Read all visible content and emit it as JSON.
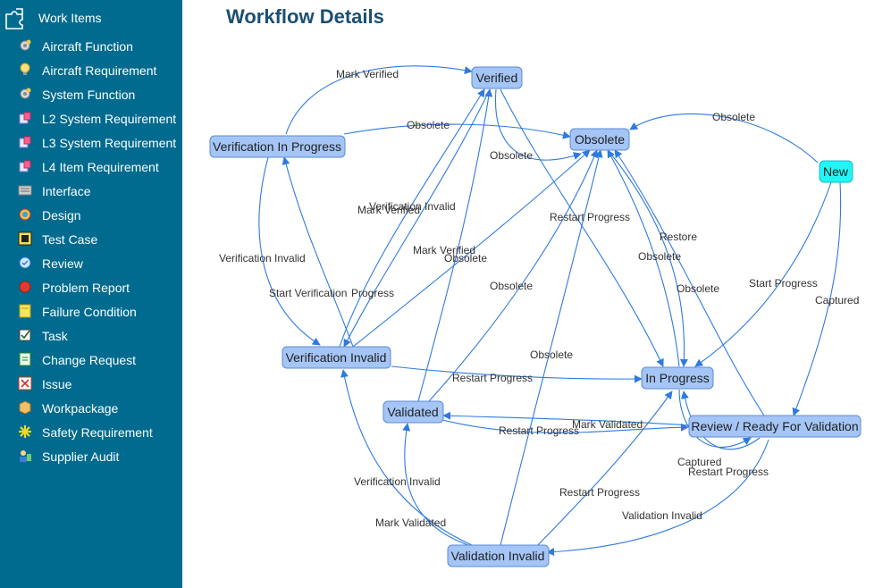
{
  "sidebar": {
    "header": "Work Items",
    "items": [
      {
        "label": "Aircraft Function",
        "icon": "gear-icon"
      },
      {
        "label": "Aircraft Requirement",
        "icon": "bulb-icon"
      },
      {
        "label": "System Function",
        "icon": "gear-icon"
      },
      {
        "label": "L2 System Requirement",
        "icon": "cube-icon"
      },
      {
        "label": "L3 System Requirement",
        "icon": "cube-icon"
      },
      {
        "label": "L4 Item Requirement",
        "icon": "cube-icon"
      },
      {
        "label": "Interface",
        "icon": "interface-icon"
      },
      {
        "label": "Design",
        "icon": "design-icon"
      },
      {
        "label": "Test Case",
        "icon": "test-case-icon"
      },
      {
        "label": "Review",
        "icon": "review-icon"
      },
      {
        "label": "Problem Report",
        "icon": "red-dot-icon"
      },
      {
        "label": "Failure Condition",
        "icon": "note-icon"
      },
      {
        "label": "Task",
        "icon": "checkbox-icon"
      },
      {
        "label": "Change Request",
        "icon": "change-request-icon"
      },
      {
        "label": "Issue",
        "icon": "issue-icon"
      },
      {
        "label": "Workpackage",
        "icon": "package-icon"
      },
      {
        "label": "Safety Requirement",
        "icon": "asterisk-icon"
      },
      {
        "label": "Supplier Audit",
        "icon": "audit-icon"
      }
    ]
  },
  "main": {
    "title": "Workflow Details"
  },
  "diagram": {
    "nodes": [
      {
        "id": "verified",
        "label": "Verified"
      },
      {
        "id": "obsolete",
        "label": "Obsolete"
      },
      {
        "id": "verification_in_progress",
        "label": "Verification In Progress"
      },
      {
        "id": "new",
        "label": "New"
      },
      {
        "id": "verification_invalid",
        "label": "Verification Invalid"
      },
      {
        "id": "in_progress",
        "label": "In Progress"
      },
      {
        "id": "validated",
        "label": "Validated"
      },
      {
        "id": "review",
        "label": "Review / Ready For Validation"
      },
      {
        "id": "validation_invalid",
        "label": "Validation Invalid"
      }
    ],
    "edge_labels": [
      "Mark Verified",
      "Obsolete",
      "Obsolete",
      "Obsolete",
      "Mark Verified",
      "Verification Invalid",
      "Restart Progress",
      "Verification Invalid",
      "Mark Verified",
      "Obsolete",
      "Restore",
      "Obsolete",
      "Start Verification",
      "Progress",
      "Obsolete",
      "Obsolete",
      "Start Progress",
      "Captured",
      "Obsolete",
      "Restart Progress",
      "Mark Validated",
      "Restart Progress",
      "Captured",
      "Restart Progress",
      "Verification Invalid",
      "Restart Progress",
      "Mark Validated",
      "Validation Invalid"
    ]
  }
}
